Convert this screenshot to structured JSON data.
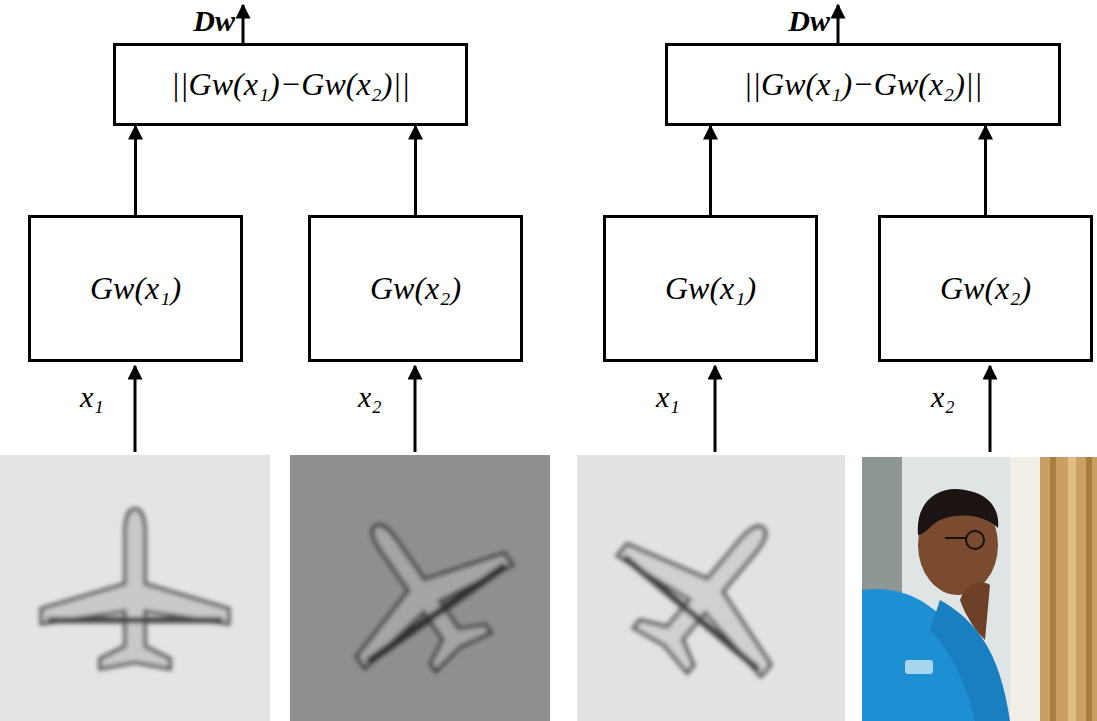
{
  "diagram": {
    "nodes": [
      {
        "text": [
          "||Gw(x₁)−Gw(x₂)||"
        ]
      },
      {
        "text": [
          "Gw(x₁)"
        ]
      },
      {
        "text": [
          "Gw(x₂)"
        ]
      },
      {
        "text": [
          "||Gw(x₁)−Gw(x₂)||"
        ]
      },
      {
        "text": [
          "Gw(x₁)"
        ]
      },
      {
        "text": [
          "Gw(x₂)"
        ]
      }
    ],
    "edges": [
      {
        "from": 1,
        "to": 0,
        "arrow": "to"
      },
      {
        "from": 2,
        "to": 0,
        "arrow": "to"
      },
      {
        "from": 4,
        "to": 3,
        "arrow": "to"
      },
      {
        "from": 5,
        "to": 3,
        "arrow": "to"
      }
    ],
    "labels": [
      "Dw",
      "x₁",
      "x₂",
      "Dw",
      "x₁",
      "x₂"
    ]
  }
}
